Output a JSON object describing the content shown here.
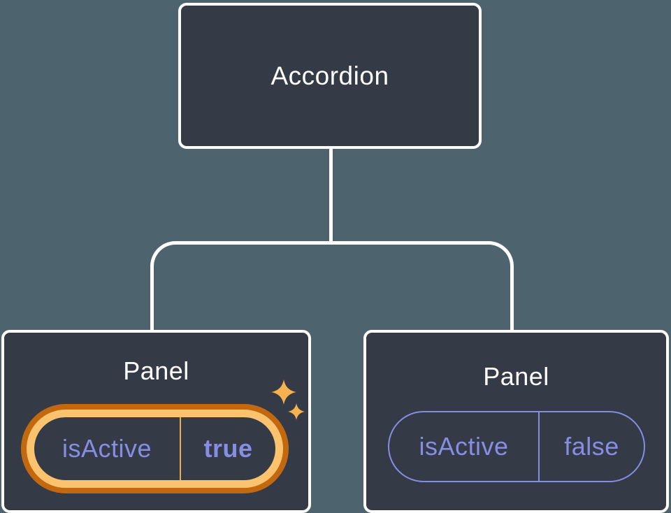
{
  "colors": {
    "background": "#4D636D",
    "node_fill": "#343A46",
    "node_border": "#FFFFFF",
    "node_text": "#FFFFFF",
    "prop_purple": "#868EE3",
    "highlight_ring_gold": "#FBC36D",
    "highlight_ring_orange": "#C2690F",
    "divider_gold": "#EDA952",
    "sparkle_gold": "#F6B24E"
  },
  "tree": {
    "root": {
      "label": "Accordion"
    },
    "panels": [
      {
        "title": "Panel",
        "prop_name": "isActive",
        "prop_value": "true",
        "highlighted": true
      },
      {
        "title": "Panel",
        "prop_name": "isActive",
        "prop_value": "false",
        "highlighted": false
      }
    ]
  }
}
